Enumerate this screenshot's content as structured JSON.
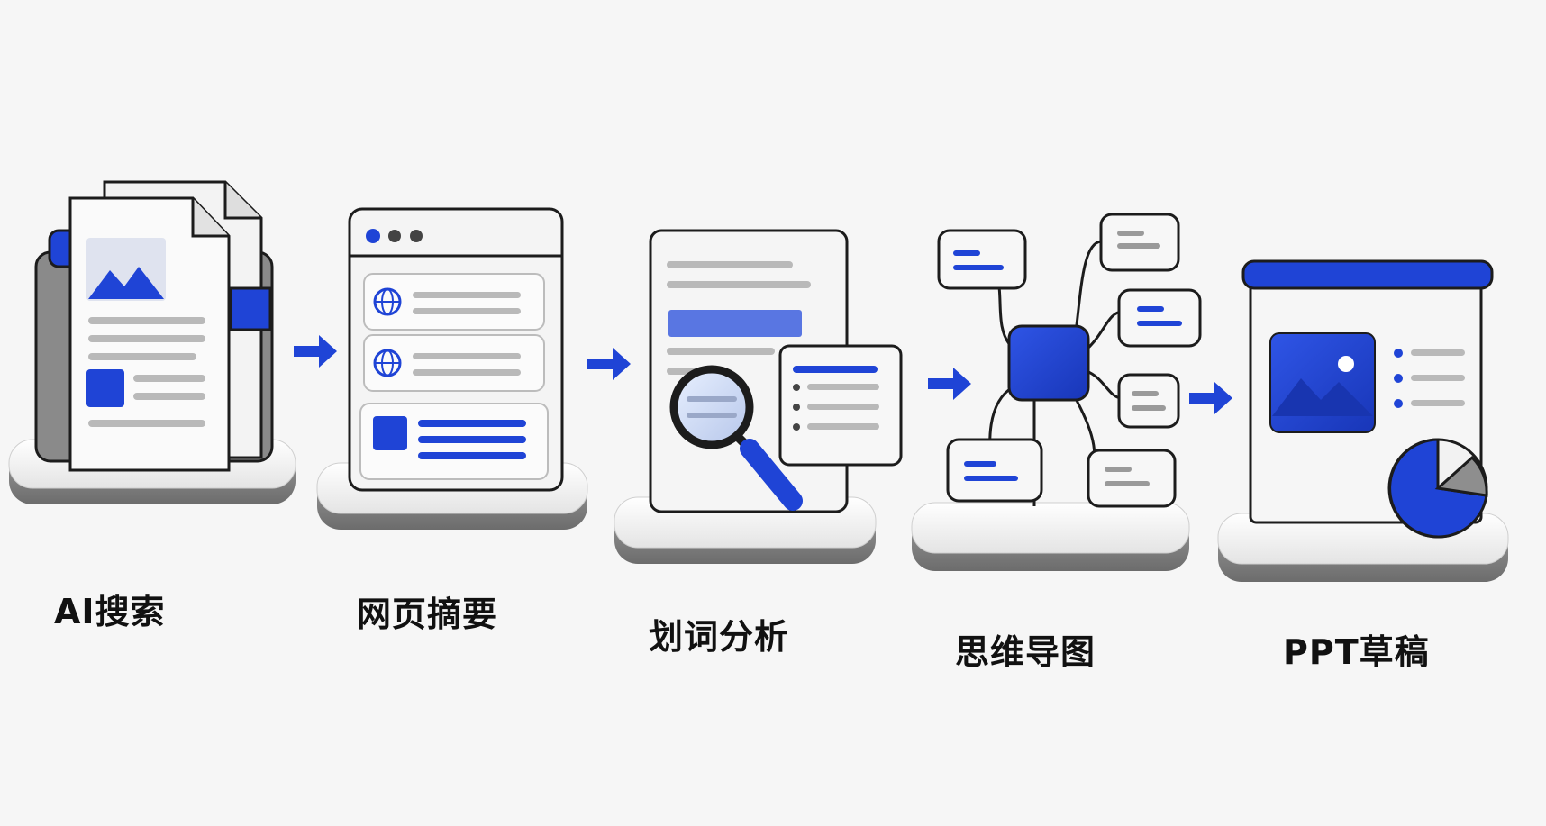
{
  "steps": [
    {
      "label": "AI搜索",
      "icon": "stacked-documents-icon"
    },
    {
      "label": "网页摘要",
      "icon": "browser-window-icon"
    },
    {
      "label": "划词分析",
      "icon": "magnifier-document-icon"
    },
    {
      "label": "思维导图",
      "icon": "mind-map-icon"
    },
    {
      "label": "PPT草稿",
      "icon": "presentation-board-icon"
    }
  ],
  "colors": {
    "accent": "#1f44d6",
    "panel": "#f4f4f4",
    "outline": "#1c1c1c",
    "gray_line": "#b9b9b9",
    "base_shadow": "#7d7d7d"
  }
}
